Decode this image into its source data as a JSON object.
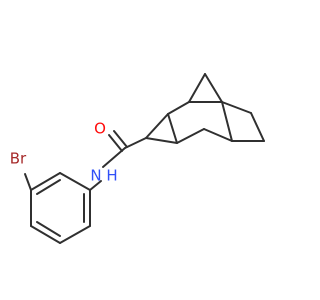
{
  "molecule": {
    "atoms": {
      "oxygen": {
        "label": "O",
        "color": "#ff0d0d"
      },
      "nitrogen": {
        "label": "N",
        "color": "#3050f8"
      },
      "hydrogen": {
        "label": "H",
        "color": "#3050f8"
      },
      "bromine": {
        "label": "Br",
        "color": "#a62929"
      }
    },
    "bond_color": "#303030"
  }
}
